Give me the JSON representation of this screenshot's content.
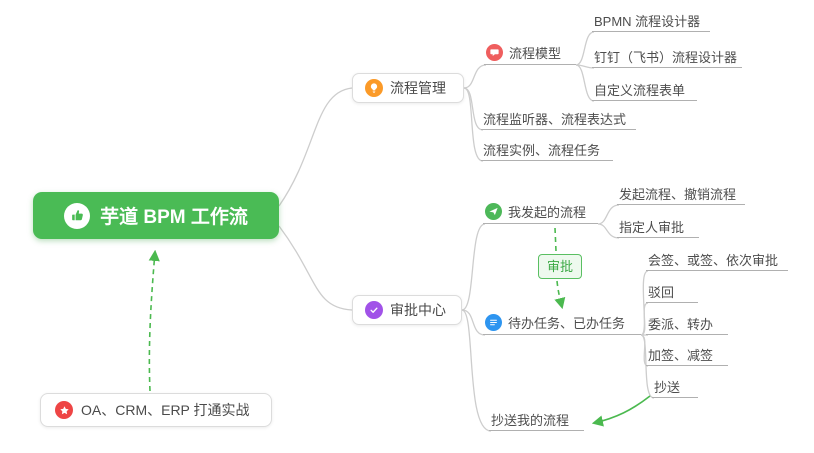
{
  "mindmap": {
    "root": {
      "label": "芋道 BPM 工作流",
      "icon": "thumbs-up-icon",
      "color": "#4abb55"
    },
    "process": {
      "label": "流程管理",
      "icon": "bulb-icon",
      "icon_color": "#fb9a28",
      "model": {
        "label": "流程模型",
        "icon": "chat-bubble-icon",
        "icon_color": "#ef5e5e"
      },
      "model_children": [
        {
          "label": "BPMN 流程设计器"
        },
        {
          "label": "钉钉（飞书）流程设计器"
        },
        {
          "label": "自定义流程表单"
        }
      ],
      "listener": {
        "label": "流程监听器、流程表达式"
      },
      "instance": {
        "label": "流程实例、流程任务"
      }
    },
    "approval": {
      "label": "审批中心",
      "icon": "check-icon",
      "icon_color": "#a152e8",
      "my_initiated": {
        "label": "我发起的流程",
        "icon": "send-icon",
        "icon_color": "#4db859"
      },
      "my_initiated_children": [
        {
          "label": "发起流程、撤销流程"
        },
        {
          "label": "指定人审批"
        }
      ],
      "todo": {
        "label": "待办任务、已办任务",
        "icon": "tasks-icon",
        "icon_color": "#2e95f0"
      },
      "todo_children": [
        {
          "label": "会签、或签、依次审批"
        },
        {
          "label": "驳回"
        },
        {
          "label": "委派、转办"
        },
        {
          "label": "加签、减签"
        },
        {
          "label": "抄送"
        }
      ],
      "cc": {
        "label": "抄送我的流程"
      }
    },
    "approve_tag": "审批",
    "bottom": {
      "label": "OA、CRM、ERP 打通实战",
      "icon": "star-icon",
      "icon_color": "#ee4545"
    }
  },
  "colors": {
    "root_bg": "#4abb55",
    "connector": "#cdcdcd",
    "underline": "#b0b0b0",
    "accent_green": "#4bb94f",
    "tag_bg": "#eef9ee",
    "tag_border": "#5abf62",
    "tag_text": "#3ca945"
  }
}
